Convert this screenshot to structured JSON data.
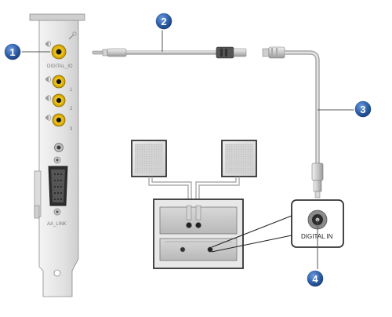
{
  "bracket": {
    "labels": {
      "digital_io": "DIGITAL_IO",
      "port_1": "1",
      "port_2": "2",
      "port_3": "3",
      "aa_link": "AA_LINK"
    }
  },
  "receiver": {
    "digital_in_label": "DIGITAL IN"
  },
  "callouts": [
    {
      "number": "1"
    },
    {
      "number": "2"
    },
    {
      "number": "3"
    },
    {
      "number": "4"
    }
  ],
  "colors": {
    "callout_fill": "#2a5aa0",
    "jack_gold": "#e6b800",
    "bracket": "#e8e8e8",
    "cable": "#d8d8d8"
  }
}
